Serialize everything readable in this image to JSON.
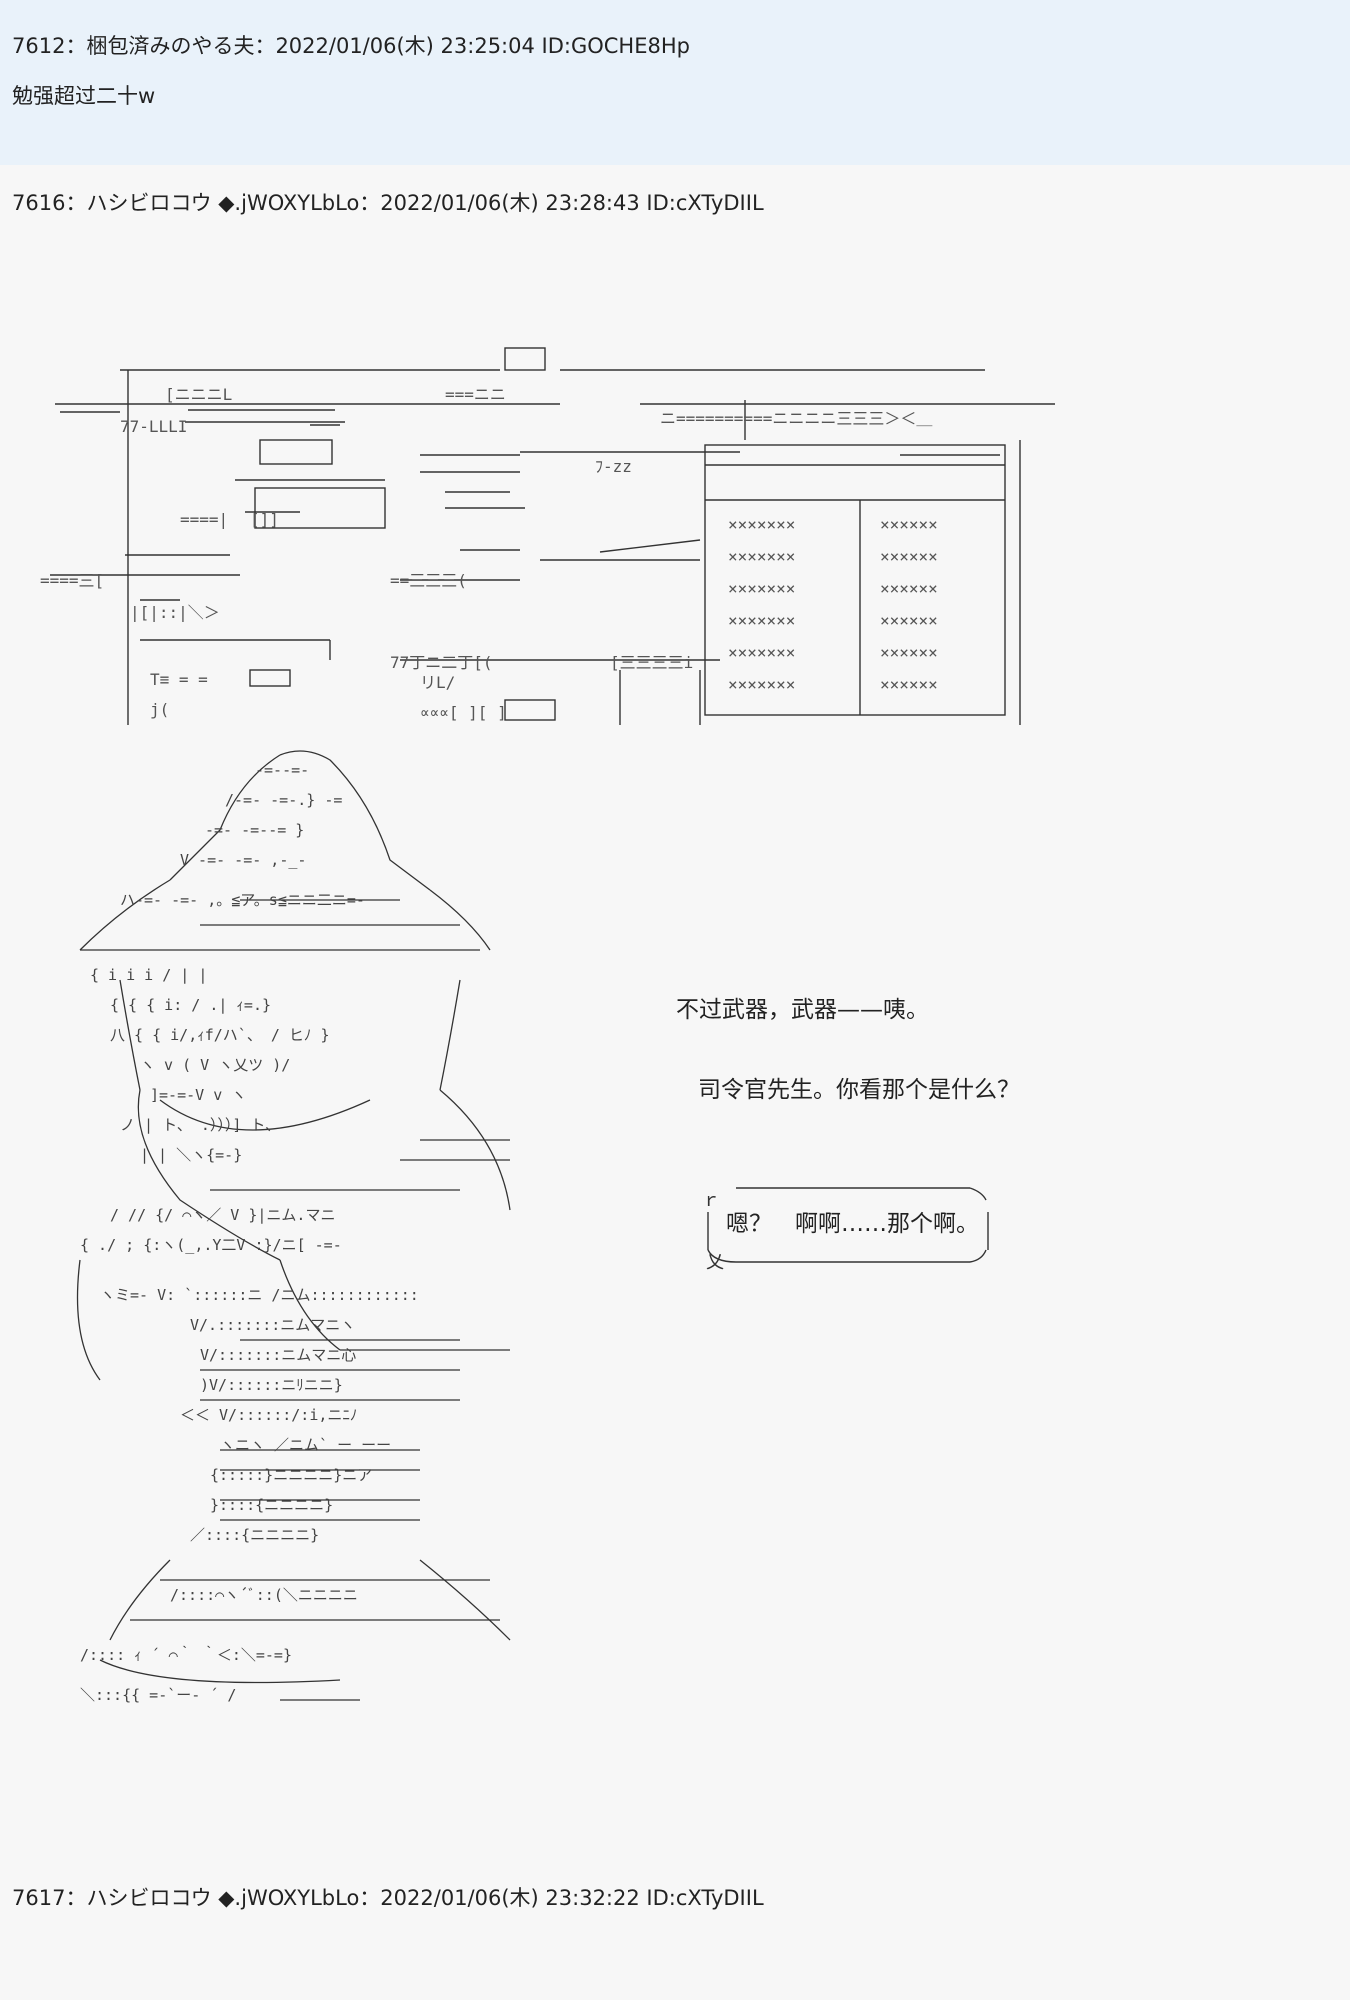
{
  "posts": [
    {
      "header": "7612：梱包済みのやる夫：2022/01/06(木) 23:25:04 ID:GOCHE8Hp",
      "body": "勉强超过二十w"
    },
    {
      "header": "7616：ハシビロコウ ◆.jWOXYLbLo：2022/01/06(木) 23:28:43 ID:cXTyDIIL",
      "dialogue": {
        "line1": "不过武器，武器——咦。",
        "line2": "司令官先生。你看那个是什么？",
        "bubble": "嗯？　啊啊……那个啊。"
      }
    },
    {
      "header": "7617：ハシビロコウ ◆.jWOXYLbLo：2022/01/06(木) 23:32:22 ID:cXTyDIIL"
    }
  ]
}
